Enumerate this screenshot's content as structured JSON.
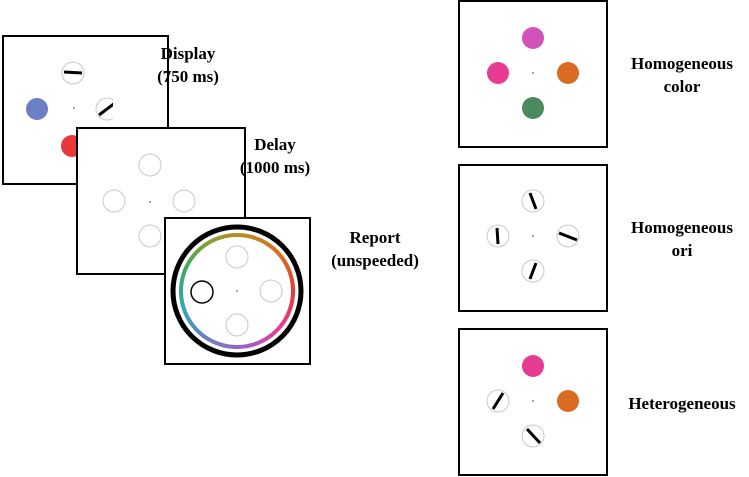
{
  "task_labels": {
    "display": [
      "Display",
      "(750 ms)"
    ],
    "delay": [
      "Delay",
      "(1000 ms)"
    ],
    "report": [
      "Report",
      "(unspeeded)"
    ]
  },
  "condition_labels": {
    "homogeneous_color": [
      "Homogeneous",
      "color"
    ],
    "homogeneous_ori": [
      "Homogeneous",
      "ori"
    ],
    "heterogeneous": [
      "Heterogeneous"
    ]
  },
  "colors": {
    "blue": "#6b7fc4",
    "red": "#e8383a",
    "magenta": "#d152b8",
    "pink": "#e83c93",
    "orange": "#d96b22",
    "green": "#4a8a5e",
    "placeholder_ring": "#c8c8c8",
    "frame": "#000000"
  },
  "color_wheel": [
    "#e8383a",
    "#e83c93",
    "#a35ec4",
    "#6b7fc4",
    "#33a6b8",
    "#3fa868",
    "#8aa032",
    "#c08a20",
    "#d96b22",
    "#e8383a"
  ]
}
